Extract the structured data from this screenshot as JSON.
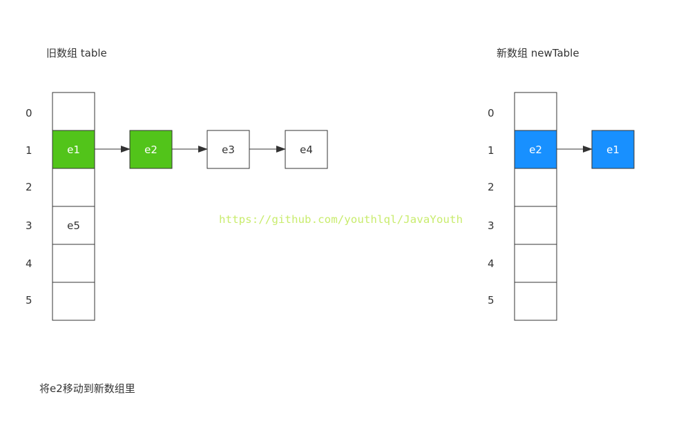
{
  "old_array": {
    "title": "旧数组  table",
    "indices": [
      "0",
      "1",
      "2",
      "3",
      "4",
      "5"
    ],
    "slots": [
      "",
      "e1",
      "",
      "e5",
      "",
      ""
    ],
    "chain": [
      "e2",
      "e3",
      "e4"
    ],
    "highlight_color": "#52c41a"
  },
  "new_array": {
    "title": "新数组  newTable",
    "indices": [
      "0",
      "1",
      "2",
      "3",
      "4",
      "5"
    ],
    "slots": [
      "",
      "e2",
      "",
      "",
      "",
      ""
    ],
    "chain": [
      "e1"
    ],
    "highlight_color": "#1890ff"
  },
  "watermark": "https://github.com/youthlql/JavaYouth",
  "caption": "将e2移动到新数组里",
  "colors": {
    "stroke": "#333333",
    "arrow": "#333333",
    "watermark": "#c9ec6e"
  }
}
